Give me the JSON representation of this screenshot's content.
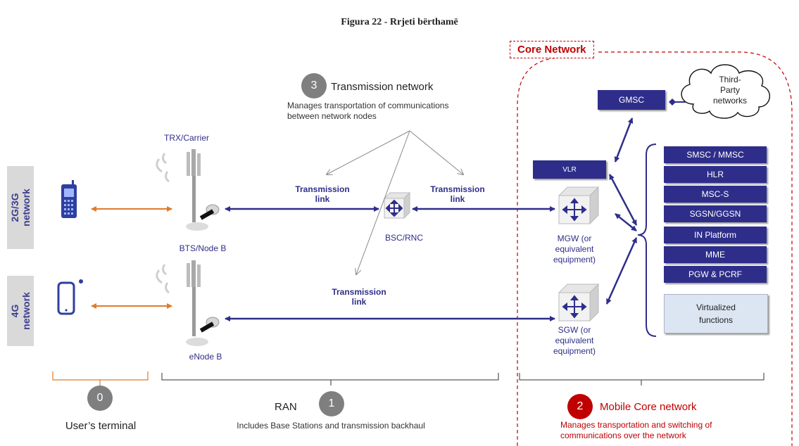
{
  "caption": "Figura 22 - Rrjeti bërthamë",
  "side_labels": {
    "net_2g3g": "2G/3G\nnetwork",
    "net_4g": "4G\nnetwork"
  },
  "ran": {
    "trx_label": "TRX/Carrier",
    "bts_label": "BTS/Node B",
    "enodeb_label": "eNode B",
    "bsc_label": "BSC/RNC",
    "link_1": "Transmission\nlink",
    "link_2": "Transmission\nlink",
    "link_3": "Transmission\nlink"
  },
  "transmission": {
    "number": "3",
    "title": "Transmission network",
    "desc": "Manages transportation of communications\nbetween network nodes"
  },
  "core": {
    "label": "Core Network",
    "gmsc": "GMSC",
    "vlr": "VLR",
    "third_party": "Third-\nParty\nnetworks",
    "mgw": "MGW (or\nequivalent\nequipment)",
    "sgw": "SGW (or\nequivalent\nequipment)",
    "functions": [
      "SMSC / MMSC",
      "HLR",
      "MSC-S",
      "SGSN/GGSN",
      "IN Platform",
      "MME",
      "PGW & PCRF"
    ],
    "virtualized": "Virtualized\nfunctions"
  },
  "bottom": {
    "terminal_number": "0",
    "terminal_label": "User’s terminal",
    "ran_label": "RAN",
    "ran_number": "1",
    "ran_desc": "Includes Base Stations and transmission backhaul",
    "core_number": "2",
    "core_title": "Mobile Core network",
    "core_desc": "Manages transportation and switching of\ncommunications over the network"
  },
  "colors": {
    "navy": "#2e2e8a",
    "orange": "#e07b2a",
    "red": "#c00000",
    "grey": "#7f7f7f"
  }
}
